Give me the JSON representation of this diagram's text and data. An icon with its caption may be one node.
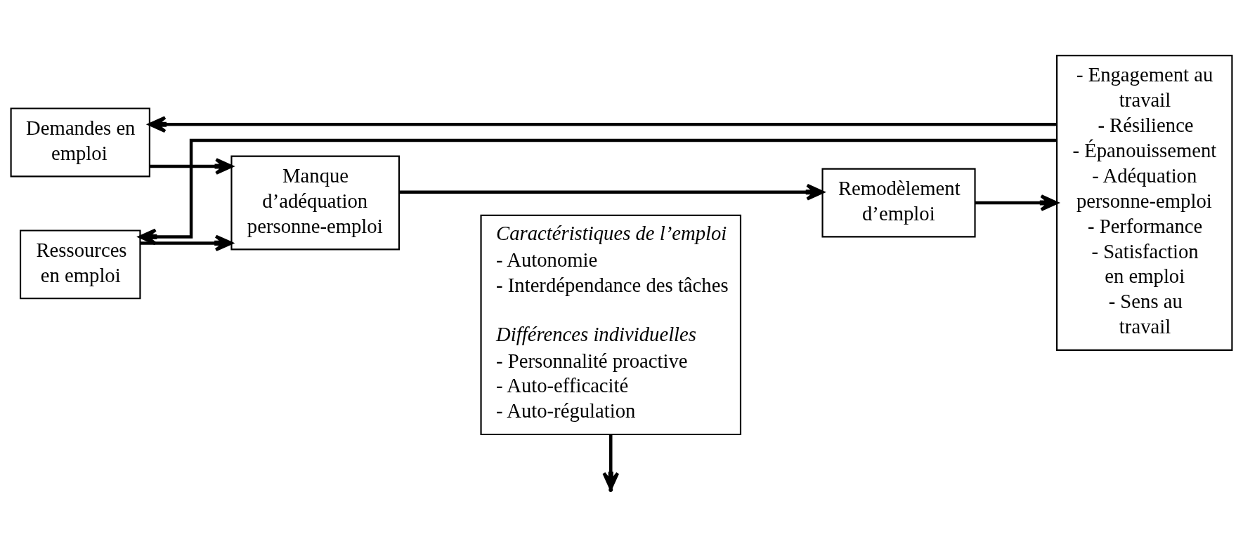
{
  "diagram": {
    "nodes": [
      {
        "text": [
          "Demandes en emploi"
        ]
      },
      {
        "text": [
          "Ressources en emploi"
        ]
      },
      {
        "text": [
          "Manque d’adéquation personne-emploi"
        ]
      },
      {
        "text": [
          "Caractéristiques de l’emploi",
          "- Autonomie",
          "- Interdépendance des tâches",
          "Différences individuelles",
          "- Personnalité proactive",
          "- Auto-efficacité",
          "- Auto-régulation"
        ]
      },
      {
        "text": [
          "Remodèlement d’emploi"
        ]
      },
      {
        "text": [
          "- Engagement au travail",
          "- Résilience",
          "- Épanouissement",
          "- Adéquation personne-emploi",
          "- Performance",
          "- Satisfaction en emploi",
          "- Sens au travail"
        ]
      }
    ],
    "edges": [
      {
        "from": 0,
        "to": 2,
        "arrow": "to"
      },
      {
        "from": 1,
        "to": 2,
        "arrow": "to"
      },
      {
        "from": 2,
        "to": 4,
        "arrow": "to"
      },
      {
        "from": 3,
        "to": null,
        "arrow": "to"
      },
      {
        "from": 4,
        "to": 5,
        "arrow": "to"
      },
      {
        "from": 5,
        "to": 0,
        "arrow": "to"
      },
      {
        "from": 5,
        "to": 1,
        "arrow": "to"
      }
    ]
  }
}
